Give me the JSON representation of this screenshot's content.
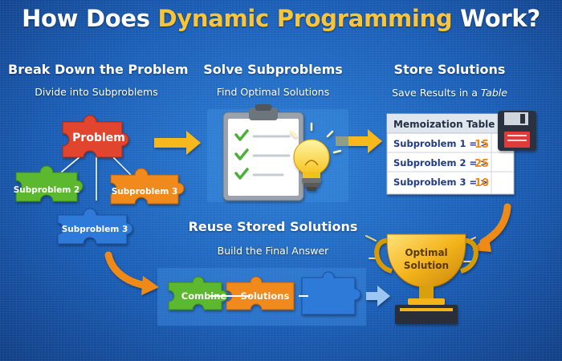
{
  "title": {
    "prefix": "How Does ",
    "highlight": "Dynamic Programming",
    "suffix": " Work?"
  },
  "steps": {
    "break_down": {
      "heading": "Break Down the Problem",
      "subheading": "Divide into Subproblems"
    },
    "solve": {
      "heading": "Solve Subproblems",
      "subheading": "Find Optimal Solutions"
    },
    "store": {
      "heading": "Store Solutions",
      "subheading_prefix": "Save Results in a ",
      "subheading_em": "Table"
    },
    "reuse": {
      "heading": "Reuse Stored Solutions",
      "subheading": "Build the Final Answer"
    }
  },
  "puzzle": {
    "problem": "Problem",
    "sub_left": "Subproblem 2",
    "sub_right": "Subproblem 3",
    "sub_bottom": "Subproblem 3"
  },
  "memo_table": {
    "title": "Memoization Table",
    "rows": [
      {
        "label": "Subproblem 1 = >",
        "value": "15"
      },
      {
        "label": "Subproblem 2 = >",
        "value": "25"
      },
      {
        "label": "Subproblem 3 = >",
        "value": "10"
      }
    ]
  },
  "combine": {
    "left": "Combine",
    "right": "Solutions"
  },
  "trophy": {
    "line1": "Optimal",
    "line2": "Solution"
  },
  "colors": {
    "title_highlight": "#f7c43a",
    "arrow_yellow": "#f6b81e",
    "arrow_orange": "#f08a12",
    "puzzle_red": "#e2452d",
    "puzzle_green": "#5cb82e",
    "puzzle_orange": "#f08a1e",
    "puzzle_blue": "#2f7ad8",
    "check_green": "#4caf3a",
    "bulb_yellow": "#f7d23a",
    "trophy_gold": "#f4b41c"
  },
  "icons": [
    "puzzle-piece-icon",
    "clipboard-icon",
    "checkmark-icon",
    "lightbulb-icon",
    "floppy-disk-icon",
    "trophy-icon",
    "arrow-icon"
  ]
}
